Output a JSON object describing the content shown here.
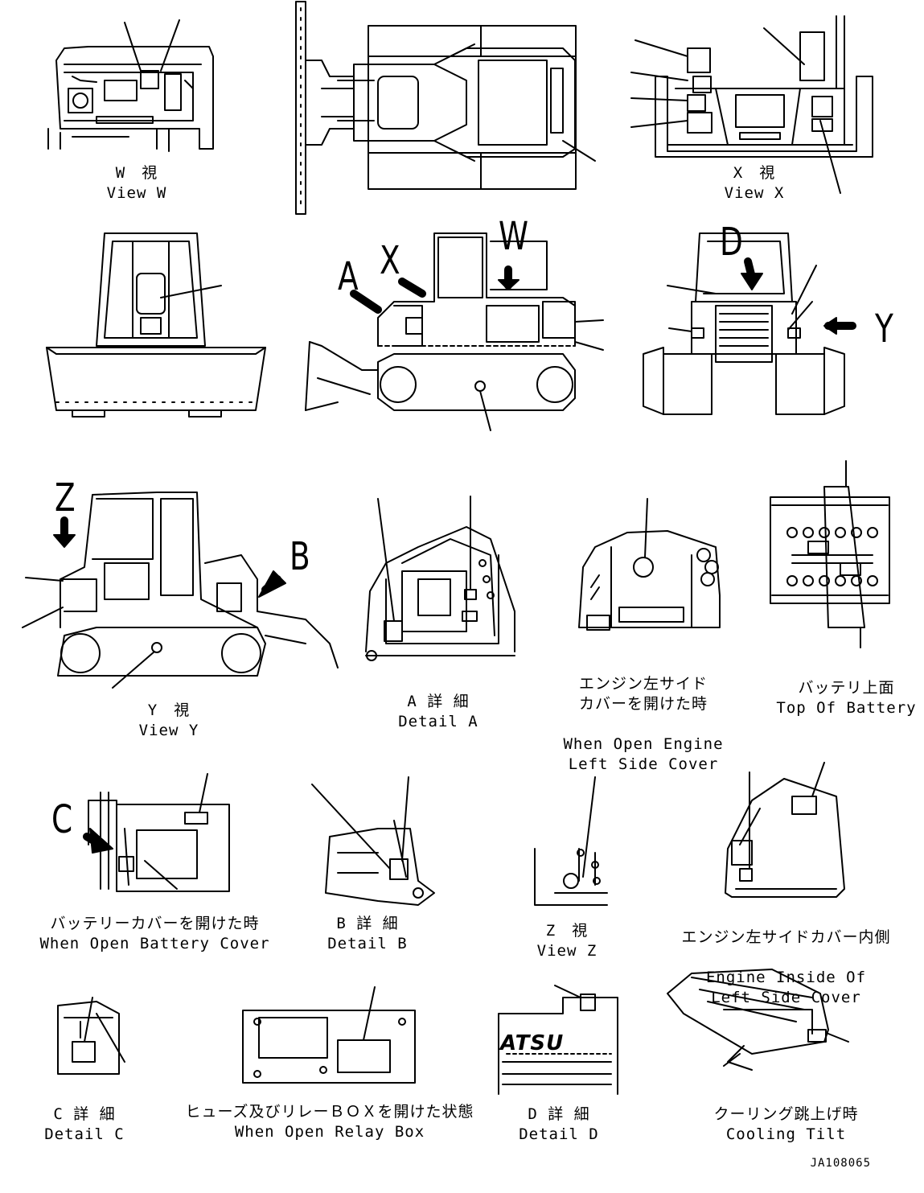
{
  "drawing_number": "JA108065",
  "views": [
    {
      "id": "view-w",
      "jp": "W　視",
      "en": "View W"
    },
    {
      "id": "view-x",
      "jp": "X　視",
      "en": "View X"
    },
    {
      "id": "view-y",
      "jp": "Y　視",
      "en": "View Y"
    },
    {
      "id": "detail-a",
      "jp": "A 詳 細",
      "en": "Detail A"
    },
    {
      "id": "engine-left-cover",
      "jp": "エンジン左サイド\nカバーを開けた時",
      "en": "When Open Engine\nLeft Side Cover"
    },
    {
      "id": "top-of-battery",
      "jp": "バッテリ上面",
      "en": "Top Of Battery"
    },
    {
      "id": "battery-cover",
      "jp": "バッテリーカバーを開けた時",
      "en": "When Open Battery Cover"
    },
    {
      "id": "detail-b",
      "jp": "B 詳 細",
      "en": "Detail B"
    },
    {
      "id": "view-z",
      "jp": "Z　視",
      "en": "View Z"
    },
    {
      "id": "engine-inside-cover",
      "jp": "エンジン左サイドカバー内側",
      "en": "Engine Inside Of\nLeft Side Cover"
    },
    {
      "id": "detail-c",
      "jp": "C 詳 細",
      "en": "Detail C"
    },
    {
      "id": "relay-box",
      "jp": "ヒューズ及びリレーＢＯＸを開けた状態",
      "en": "When Open Relay Box"
    },
    {
      "id": "detail-d",
      "jp": "D 詳 細",
      "en": "Detail D"
    },
    {
      "id": "cooling-tilt",
      "jp": "クーリング跳上げ時",
      "en": "Cooling Tilt"
    }
  ],
  "callouts": {
    "a": "A",
    "x": "X",
    "w": "W",
    "d": "D",
    "y": "Y",
    "z": "Z",
    "b": "B",
    "c": "C"
  },
  "brand_text": "ATSU"
}
